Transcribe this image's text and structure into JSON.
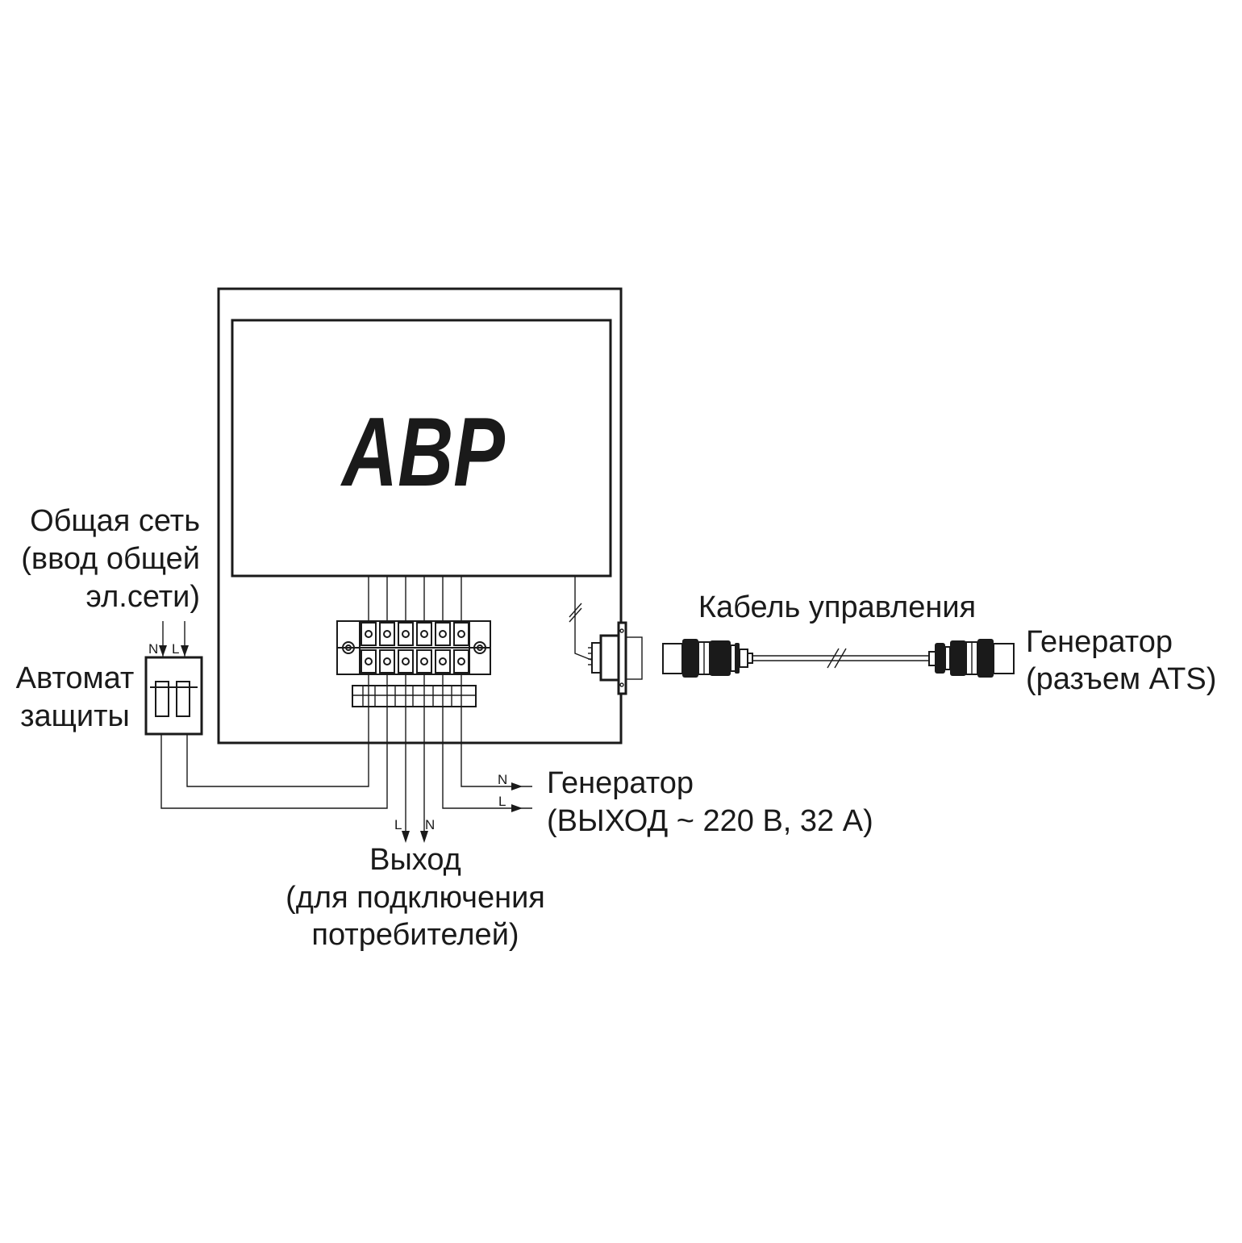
{
  "device": {
    "logo": "АВР"
  },
  "labels": {
    "mains": [
      "Общая сеть",
      "(ввод общей",
      "эл.сети)"
    ],
    "breaker": [
      "Автомат",
      "защиты"
    ],
    "control_cable": "Кабель управления",
    "generator_ats": [
      "Генератор",
      "(разъем ATS)"
    ],
    "generator_output": [
      "Генератор",
      "(ВЫХОД ~ 220 В, 32 А)"
    ],
    "output": [
      "Выход",
      "(для подключения",
      "потребителей)"
    ]
  },
  "wire_markers": {
    "mains_n": "N",
    "mains_l": "L",
    "gen_n": "N",
    "gen_l": "L",
    "out_l": "L",
    "out_n": "N"
  }
}
